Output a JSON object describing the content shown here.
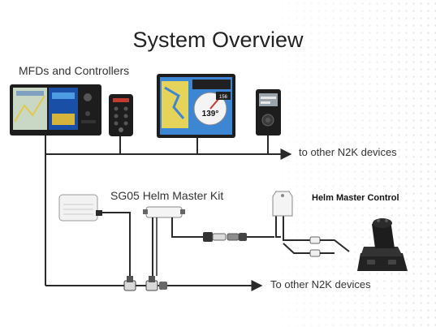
{
  "diagram": {
    "title": "System Overview",
    "mfd_label": "MFDs and Controllers",
    "kit_label": "SG05 Helm Master Kit",
    "helm_control_label": "Helm Master Control",
    "n2k_top_label": "to other N2K devices",
    "n2k_bottom_label": "To other N2K devices",
    "mfd_display_value": "139°",
    "mfd_display_small": "156"
  },
  "colors": {
    "line": "#2a2a2a",
    "device_dark": "#1d1d1d",
    "screen_blue": "#2b73c8",
    "chart_yellow": "#e6d35a",
    "background": "#ffffff"
  }
}
